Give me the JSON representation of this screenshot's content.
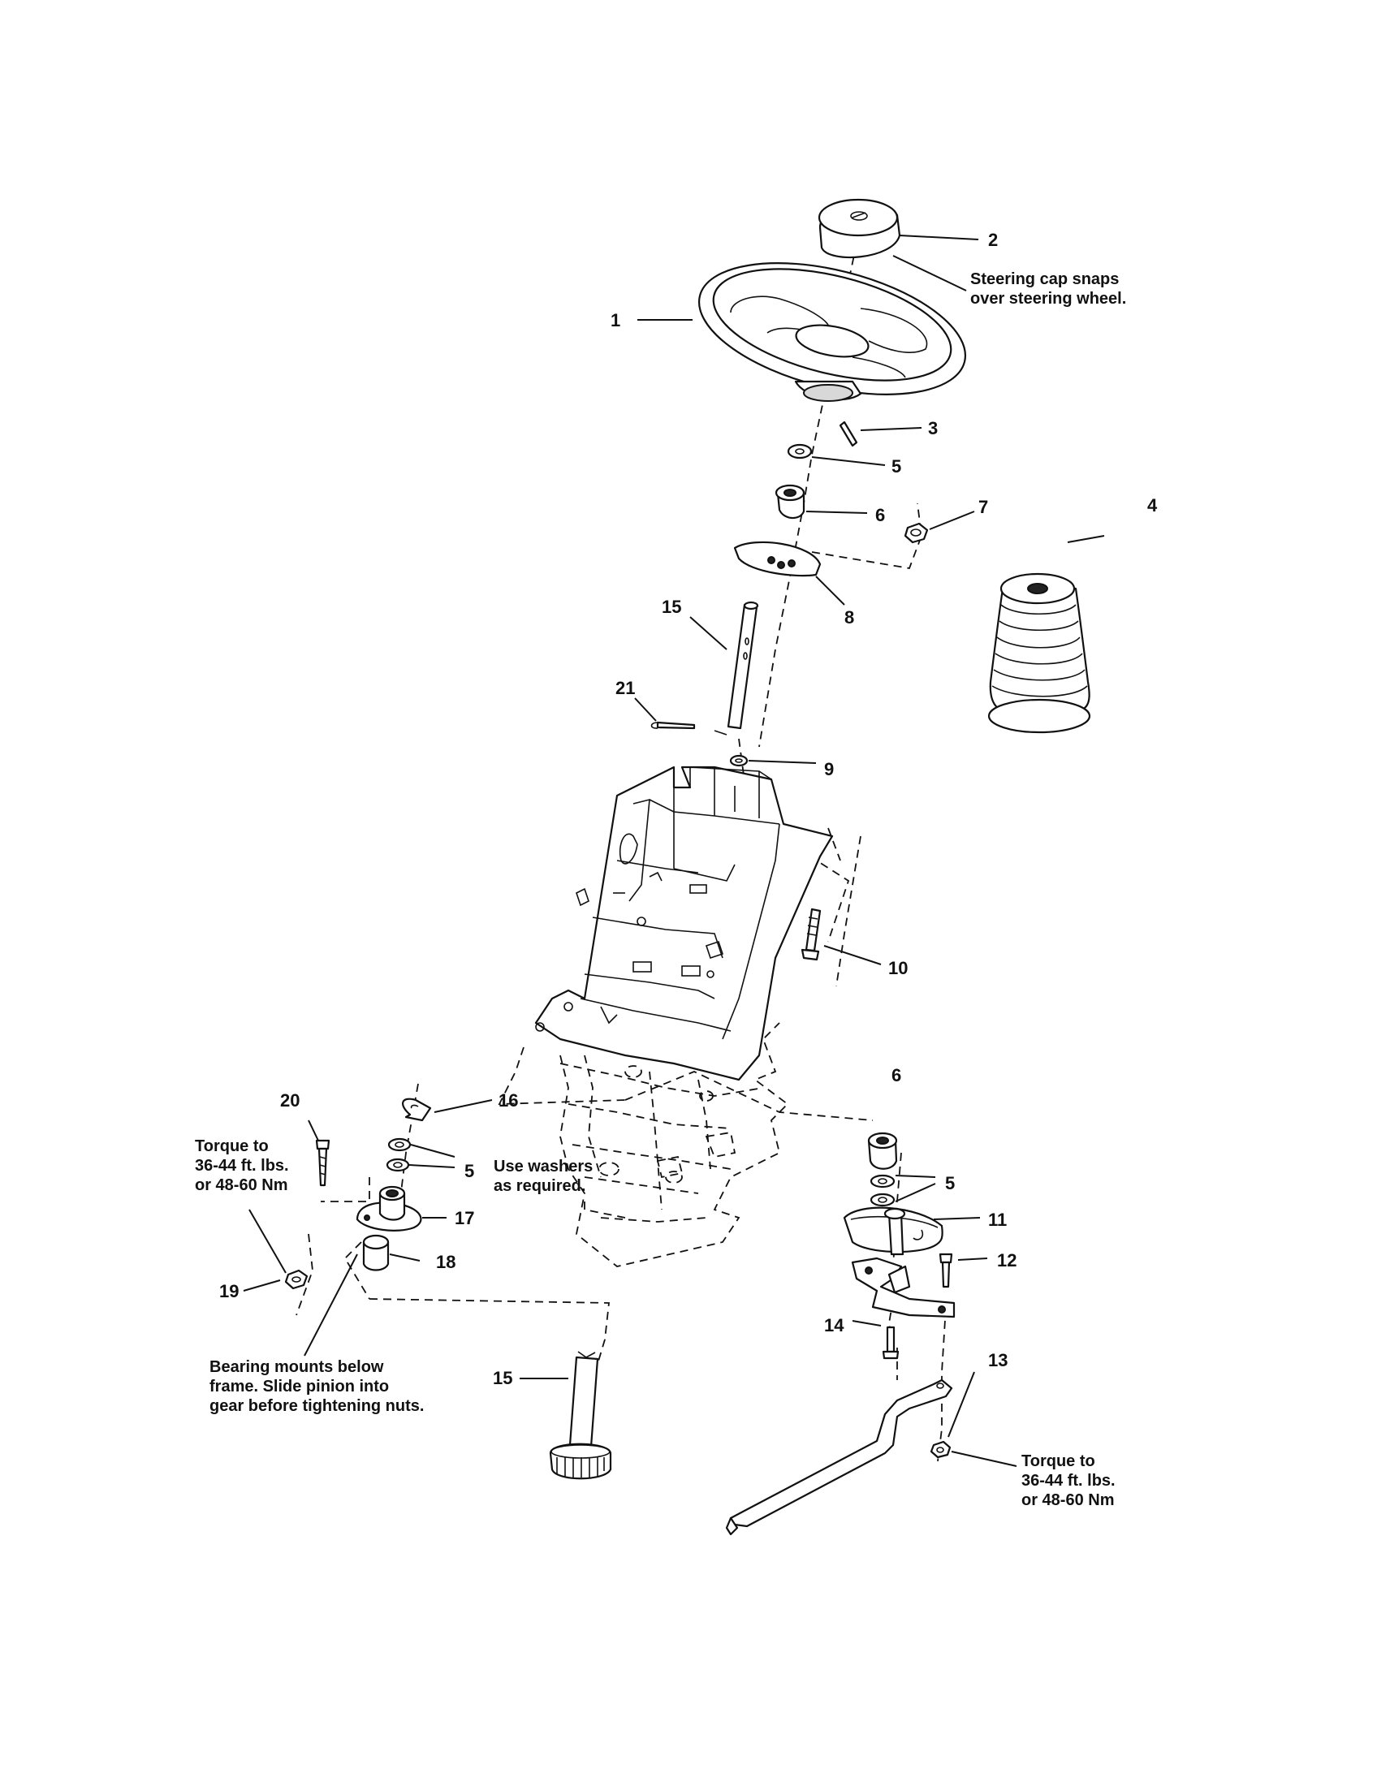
{
  "callouts": {
    "c1": "1",
    "c2": "2",
    "c3": "3",
    "c4": "4",
    "c5a": "5",
    "c5b": "5",
    "c5c": "5",
    "c6a": "6",
    "c6b": "6",
    "c7": "7",
    "c8": "8",
    "c9": "9",
    "c10": "10",
    "c11": "11",
    "c12": "12",
    "c13": "13",
    "c14": "14",
    "c15a": "15",
    "c15b": "15",
    "c16": "16",
    "c17": "17",
    "c18": "18",
    "c19": "19",
    "c20": "20",
    "c21": "21"
  },
  "notes": {
    "steering_cap": [
      "Steering cap snaps",
      "over steering wheel."
    ],
    "torque_left": [
      "Torque to",
      "36-44 ft. lbs.",
      "or 48-60 Nm"
    ],
    "washers": [
      "Use washers",
      "as required."
    ],
    "bearing": [
      "Bearing mounts below",
      "frame.  Slide pinion into",
      "gear before tightening nuts."
    ],
    "torque_right": [
      "Torque to",
      "36-44 ft. lbs.",
      "or 48-60 Nm"
    ]
  }
}
